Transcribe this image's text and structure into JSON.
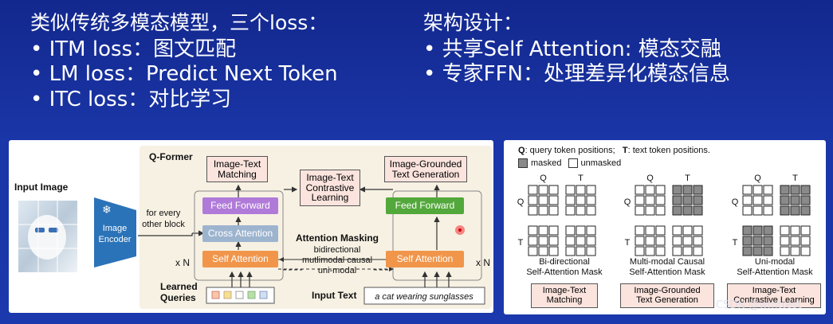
{
  "left_heading": "类似传统多模态模型，三个loss：",
  "left_bullets": [
    "ITM loss：图文匹配",
    "LM loss：Predict Next Token",
    "ITC loss：对比学习"
  ],
  "right_heading": "架构设计：",
  "right_bullets": [
    "共享Self Attention: 模态交融",
    "专家FFN：处理差异化模态信息"
  ],
  "bullet_symbol": "•",
  "diagram": {
    "input_image": "Input Image",
    "image_encoder": [
      "Image",
      "Encoder"
    ],
    "for_every": [
      "for every",
      "other block"
    ],
    "qformer": "Q-Former",
    "itm_box": [
      "Image-Text",
      "Matching"
    ],
    "itc_box": [
      "Image-Text",
      "Contrastive",
      "Learning"
    ],
    "itg_box": [
      "Image-Grounded",
      "Text Generation"
    ],
    "feed_forward": "Feed Forward",
    "cross_attention": "Cross Attention",
    "self_attention": "Self Attention",
    "xn": "x N",
    "attention_masking": "Attention Masking",
    "mask_types": [
      "bidirectional",
      "mutlimodal causal",
      "uni-modal"
    ],
    "learned_queries": [
      "Learned",
      "Queries"
    ],
    "input_text": "Input Text",
    "text_example": "a cat wearing sunglasses"
  },
  "masks": {
    "legend_q": "Q",
    "legend_q_desc": ": query token positions;",
    "legend_t": "T",
    "legend_t_desc": ": text token positions.",
    "masked": "masked",
    "unmasked": "unmasked",
    "q": "Q",
    "t": "T",
    "captions": [
      [
        "Bi-directional",
        "Self-Attention Mask"
      ],
      [
        "Multi-modal Causal",
        "Self-Attention Mask"
      ],
      [
        "Uni-modal",
        "Self-Attention Mask"
      ]
    ],
    "tasks": [
      [
        "Image-Text",
        "Matching"
      ],
      [
        "Image-Grounded",
        "Text Generation"
      ],
      [
        "Image-Text",
        "Contrastive Learning"
      ]
    ]
  },
  "watermark": "CSDN @wmttest",
  "colors": {
    "bg": "#1a36a8",
    "purple": "#b07ad9",
    "blue_gray": "#9db4cf",
    "orange": "#f0954a",
    "green": "#53a83b",
    "pink": "#fbe4de",
    "masked": "#8a8a8a"
  }
}
